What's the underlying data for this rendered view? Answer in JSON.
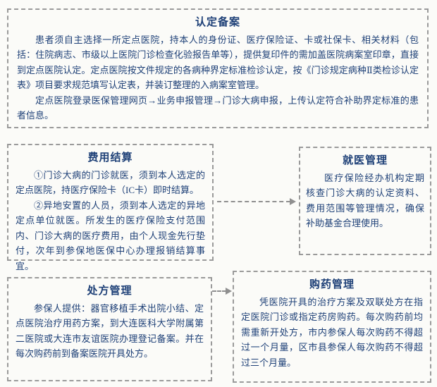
{
  "colors": {
    "text": "#1e4077",
    "box_border": "#9a9a9a",
    "arrow": "#8f8f8f",
    "background": "#fbfbf8"
  },
  "boxes": {
    "certification": {
      "title": "认定备案",
      "para1": "患者须自主选择一所定点医院，持本人的身份证、医疗保险证、卡或社保卡、相关材料（包括：住院病志、市级以上医院门诊检查化验报告单等），提供复印件的需加盖医院病案室印章，直接到定点医院认定。定点医院按文件规定的各病种界定标准检诊认定，按《门诊规定病种Ⅱ类检诊认定表》项目要求规范填写认定表，并装订整理的入病案室管理。",
      "para2": "定点医院登录医保管理网页→业务申报管理→门诊大病申报，上传认定符合补助界定标准的患者信息。"
    },
    "settlement": {
      "title": "费用结算",
      "para1": "①门诊大病的门诊就医，须到本人选定的定点医院，持医疗保险卡（IC卡）即时结算。",
      "para2": "②异地安置的人员，须到本人选定的异地定点单位就医。所发生的医疗保险支付范围内、门诊大病的医疗费用，由个人现金先行垫付，次年到参保地医保中心办理报销结算事宜。"
    },
    "medical": {
      "title": "就医管理",
      "para1": "医疗保险经办机构定期核查门诊大病的认定资料、费用范围等管理情况，确保补助基金合理使用。"
    },
    "prescription": {
      "title": "处方管理",
      "para1": "参保人提供：器官移植手术出院小结、定点医院治疗用药方案，到大连医科大学附属第二医院或大连市友谊医院办理登记备案。并在每次购药前到备案医院开具处方。"
    },
    "purchase": {
      "title": "购药管理",
      "para1": "凭医院开具的治疗方案及双联处方在指定医院门诊或指定药房购药。每次购药前均需重新开处方，市内参保人每次购药不得超过一个月量，区市县参保人每次购药不得超过三个月量。"
    }
  }
}
